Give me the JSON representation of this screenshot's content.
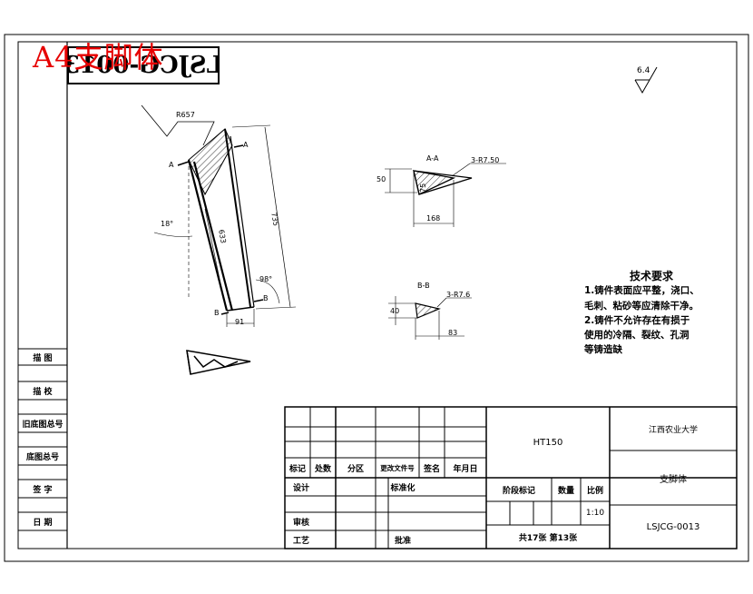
{
  "stamp": "A4支脚体",
  "mirrored_code": "LSJCG-0013",
  "roughness": "6.4",
  "main_view": {
    "radius": "R657",
    "section_a": "A",
    "section_b": "B",
    "angle_left": "18°",
    "angle_right": "98°",
    "dim_length": "735",
    "dim_inner": "633",
    "dim_bottom": "91"
  },
  "section_aa": {
    "title": "A-A",
    "radius": "3-R7.50",
    "height": "50",
    "inner": "75",
    "width": "168"
  },
  "section_bb": {
    "title": "B-B",
    "radius": "3-R7.6",
    "height": "40",
    "width": "83"
  },
  "tech": {
    "title": "技术要求",
    "lines": [
      "1.铸件表面应平整，浇口、",
      "毛刺、粘砂等应清除干净。",
      "2.铸件不允许存在有损于",
      "使用的冷隔、裂纹、孔洞",
      "等铸造缺"
    ]
  },
  "side_table": [
    "描 图",
    "描 校",
    "旧底图总号",
    "底图总号",
    "签 字",
    "日 期"
  ],
  "title_block": {
    "material": "HT150",
    "school": "江西农业大学",
    "part_name": "支脚体",
    "drawing_no": "LSJCG-0013",
    "scale_value": "1:10",
    "sheets": "共17张  第13张",
    "headers": [
      "标记",
      "处数",
      "分区",
      "更改文件号",
      "签名",
      "年月日"
    ],
    "design": "设计",
    "standard": "标准化",
    "review": "审核",
    "craft": "工艺",
    "approve": "批准",
    "stage_mark": "阶段标记",
    "weight": "数量",
    "scale": "比例"
  }
}
